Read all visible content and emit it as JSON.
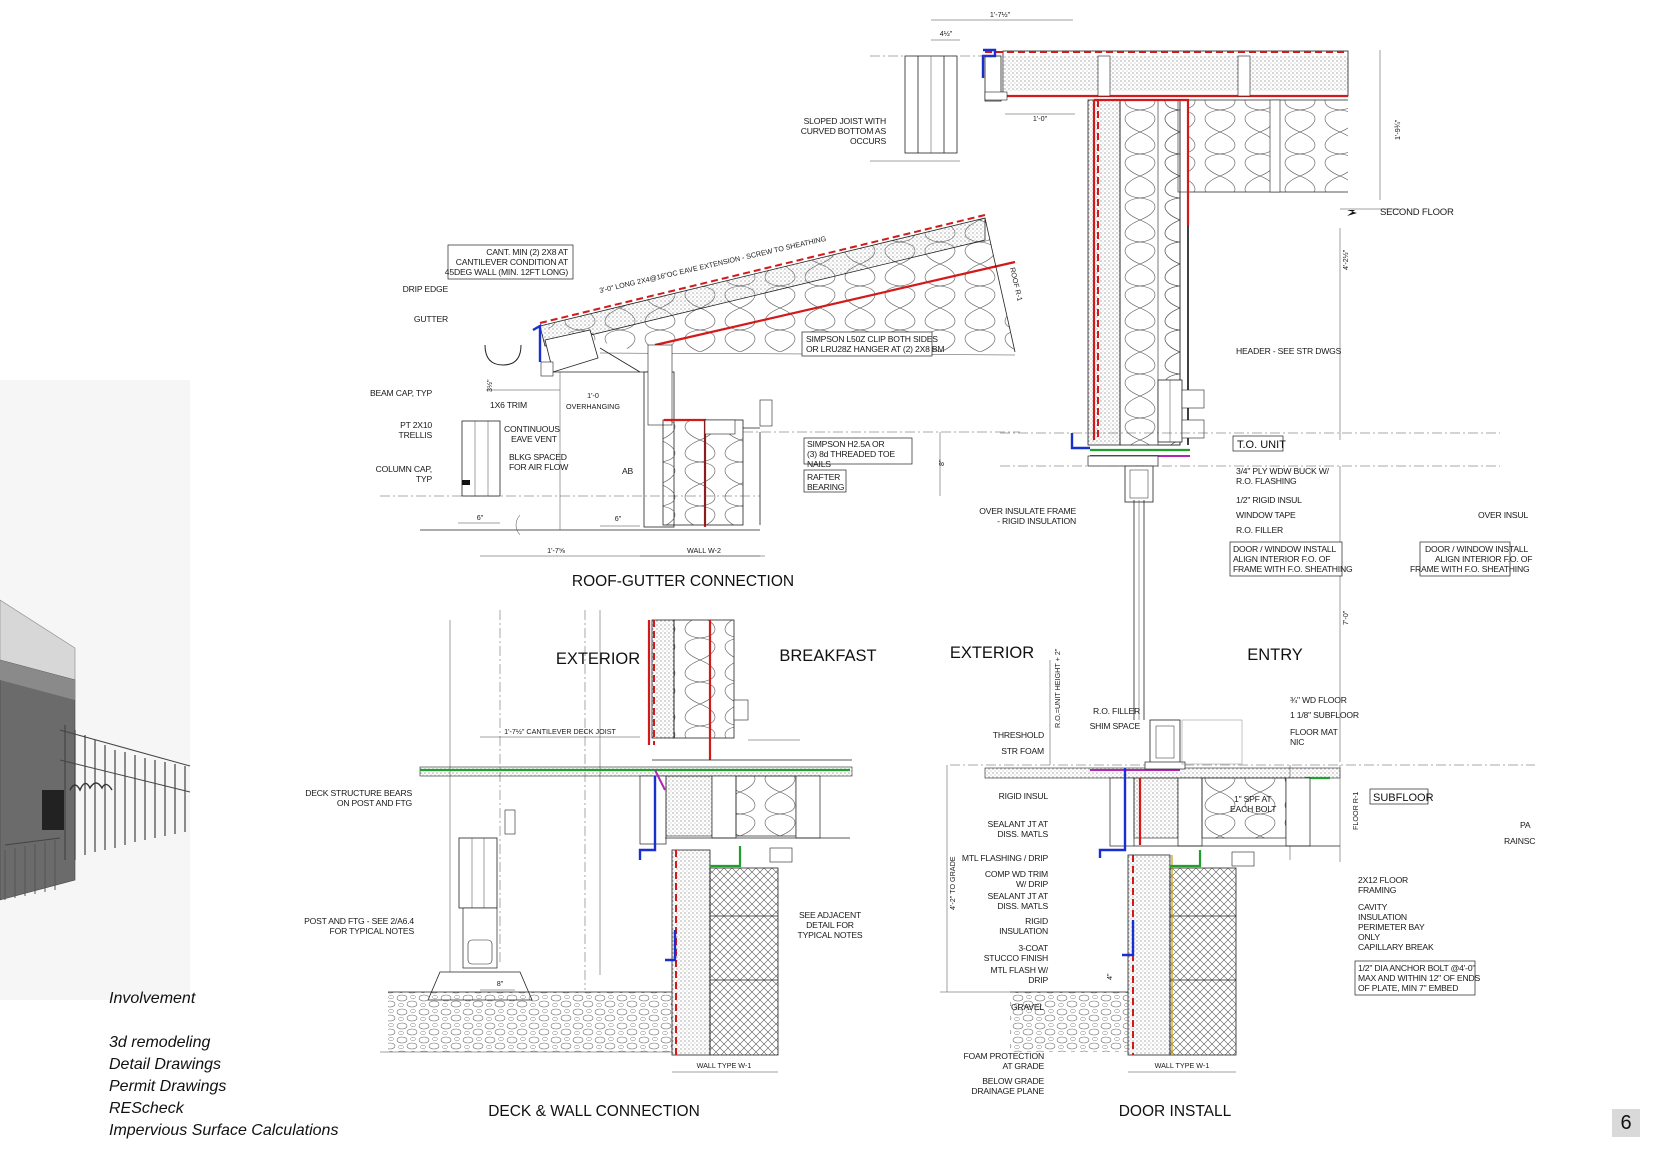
{
  "details": {
    "roof_gutter": {
      "title": "ROOF-GUTTER CONNECTION",
      "notes": {
        "cant": [
          "CANT. MIN (2) 2X8 AT",
          "CANTILEVER CONDITION AT",
          "45DEG WALL (MIN. 12FT LONG)"
        ],
        "drip_edge": "DRIP EDGE",
        "gutter": "GUTTER",
        "beam_cap": "BEAM CAP, TYP",
        "trim": "1X6 TRIM",
        "trellis": [
          "PT 2X10",
          "TRELLIS"
        ],
        "vent": [
          "CONTINUOUS",
          "EAVE VENT"
        ],
        "blkg": [
          "BLKG SPACED",
          "FOR AIR FLOW"
        ],
        "column_cap": [
          "COLUMN CAP,",
          "TYP"
        ],
        "ab": "AB",
        "overhanging": [
          "1'-0",
          "OVERHANGING"
        ],
        "eave_ext": "3'-0\" LONG 2X4@16\"OC  EAVE EXTENSION - SCREW TO SHEATHING",
        "roof_r": "ROOF R-1",
        "simpson_clip": [
          "SIMPSON L50Z CLIP BOTH SIDES",
          "OR LRU28Z HANGER AT (2) 2X8 BM"
        ],
        "simpson_h25": [
          "SIMPSON H2.5A OR",
          "(3) 8d THREADED TOE",
          "NAILS"
        ],
        "rafter": [
          "RAFTER",
          "BEARING"
        ],
        "wall": "WALL W-2"
      },
      "dims": {
        "d1": "1'-7⅝",
        "d2": "6\"",
        "d3": "6\"",
        "d4": "8\"",
        "d5": "3½\""
      }
    },
    "top_section": {
      "notes": {
        "sloped_joist": [
          "SLOPED JOIST WITH",
          "CURVED BOTTOM AS",
          "OCCURS"
        ],
        "second_floor": "SECOND FLOOR",
        "header": "HEADER - SEE STR DWGS",
        "to_unit": "T.O. UNIT",
        "ply_buck": [
          "3/4\" PLY WDW BUCK W/",
          "R.O. FLASHING"
        ],
        "rigid_half": "1/2\" RIGID INSUL",
        "window_tape": "WINDOW TAPE",
        "ro_filler": "R.O. FILLER",
        "over_insulate": [
          "OVER INSULATE FRAME",
          "- RIGID INSULATION"
        ],
        "door_window": [
          "DOOR / WINDOW INSTALL",
          "ALIGN INTERIOR F.O. OF",
          "FRAME WITH F.O. SHEATHING"
        ],
        "over_insul_cut": "OVER INSUL",
        "door_window_cut": [
          "DOOR / WINDOW INSTALL",
          "ALIGN INTERIOR F.O. OF",
          "FRAME WITH F.O. SHEATHING"
        ]
      },
      "dims": {
        "a": "1'-7½\"",
        "b": "4½\"",
        "c": "1'-0\"",
        "d": "1'-9¾\"",
        "e": "4'-2½\"",
        "f": "7'-0\""
      }
    },
    "deck_wall": {
      "title": "DECK & WALL CONNECTION",
      "room_ext": "EXTERIOR",
      "room_int": "BREAKFAST",
      "notes": {
        "cantilever": "1'-7½\" CANTILEVER DECK JOIST",
        "deck_structure": [
          "DECK STRUCTURE BEARS",
          "ON POST AND FTG"
        ],
        "post_ftg": [
          "POST AND FTG - SEE 2/A6.4",
          "FOR TYPICAL NOTES"
        ],
        "see_adjacent": [
          "SEE ADJACENT",
          "DETAIL FOR",
          "TYPICAL NOTES"
        ],
        "wall_type": "WALL TYPE W-1",
        "dim": "8\""
      }
    },
    "door_install": {
      "title": "DOOR INSTALL",
      "room_ext": "EXTERIOR",
      "room_int": "ENTRY",
      "notes": {
        "ro_unit": "R.O.=UNIT HEIGHT + 2\"",
        "ro_filler": "R.O. FILLER",
        "shim": "SHIM SPACE",
        "threshold": "THRESHOLD",
        "str_foam": "STR FOAM",
        "wd_floor": "¾\" WD FLOOR",
        "subfloor": "1 1/8\" SUBFLOOR",
        "floor_mat": [
          "FLOOR MAT",
          "NIC"
        ],
        "subfloor_tag": "SUBFLOOR",
        "rigid_insul": "RIGID INSUL",
        "sealant1": [
          "SEALANT JT AT",
          "DISS. MATLS"
        ],
        "mtl_flashing": "MTL FLASHING / DRIP",
        "comp_trim": [
          "COMP WD TRIM",
          "W/ DRIP"
        ],
        "sealant2": [
          "SEALANT JT AT",
          "DISS. MATLS"
        ],
        "rigid_insulation": [
          "RIGID",
          "INSULATION"
        ],
        "stucco": [
          "3-COAT",
          "STUCCO FINISH"
        ],
        "mtl_flash": [
          "MTL FLASH W/",
          "DRIP"
        ],
        "gravel": "GRAVEL",
        "foam_protection": [
          "FOAM PROTECTION",
          "AT GRADE"
        ],
        "below_grade": [
          "BELOW GRADE",
          "DRAINAGE PLANE"
        ],
        "spf": [
          "1\" SPF AT",
          "EACH BOLT"
        ],
        "floor_framing": [
          "2X12 FLOOR",
          "FRAMING"
        ],
        "cavity": [
          "CAVITY",
          "INSULATION",
          "PERIMETER BAY",
          "ONLY",
          "CAPILLARY BREAK"
        ],
        "anchor": [
          "1/2\" DIA ANCHOR BOLT @4'-0\"",
          "MAX AND WITHIN 12\" OF ENDS",
          "OF PLATE, MIN 7\" EMBED"
        ],
        "to_grade": "4'-2\" TO GRADE",
        "floor_r": "FLOOR R-1",
        "wall_type": "WALL TYPE W-1",
        "dim": "4\"",
        "pa_cut": "PA",
        "rainsc_cut": "RAINSC"
      }
    }
  },
  "involvement": {
    "heading": "Involvement",
    "items": [
      "3d remodeling",
      "Detail Drawings",
      "Permit Drawings",
      "REScheck",
      "Impervious Surface Calculations"
    ]
  },
  "page_number": "6"
}
